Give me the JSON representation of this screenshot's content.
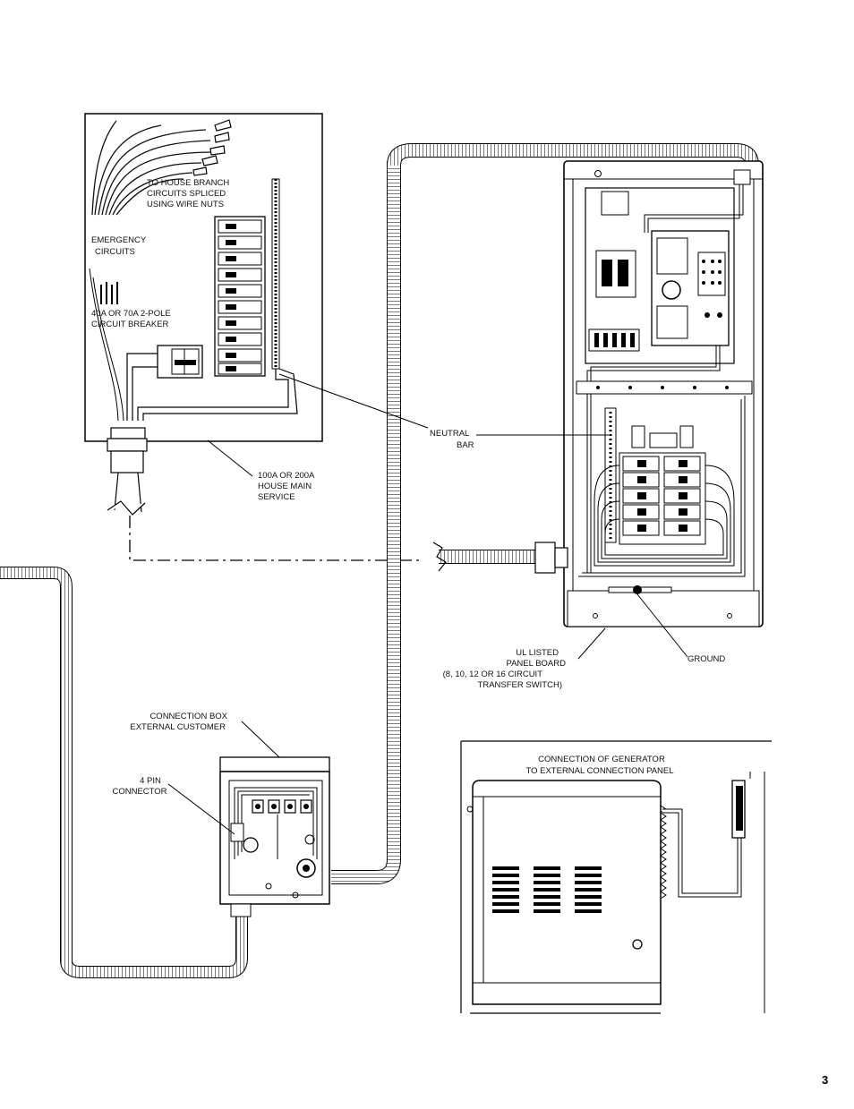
{
  "labels": {
    "branch_circuits": [
      "TO HOUSE BRANCH",
      "CIRCUITS SPLICED",
      "USING WIRE NUTS"
    ],
    "emergency_circuits": [
      "EMERGENCY",
      "CIRCUITS"
    ],
    "breaker": [
      "40A OR 70A 2-POLE",
      "CIRCUIT BREAKER"
    ],
    "main_service": [
      "100A OR 200A",
      "HOUSE MAIN",
      "SERVICE"
    ],
    "neutral_bar": [
      "NEUTRAL",
      "BAR"
    ],
    "panel_board": [
      "UL LISTED",
      "PANEL BOARD",
      "(8, 10, 12 OR 16 CIRCUIT",
      "TRANSFER SWITCH)"
    ],
    "ground": "GROUND",
    "connection_box": [
      "CONNECTION BOX",
      "EXTERNAL CUSTOMER"
    ],
    "pin_connector": [
      "4 PIN",
      "CONNECTOR"
    ],
    "generator_inset": [
      "CONNECTION OF GENERATOR",
      "TO EXTERNAL CONNECTION PANEL"
    ]
  },
  "page_number": "3"
}
